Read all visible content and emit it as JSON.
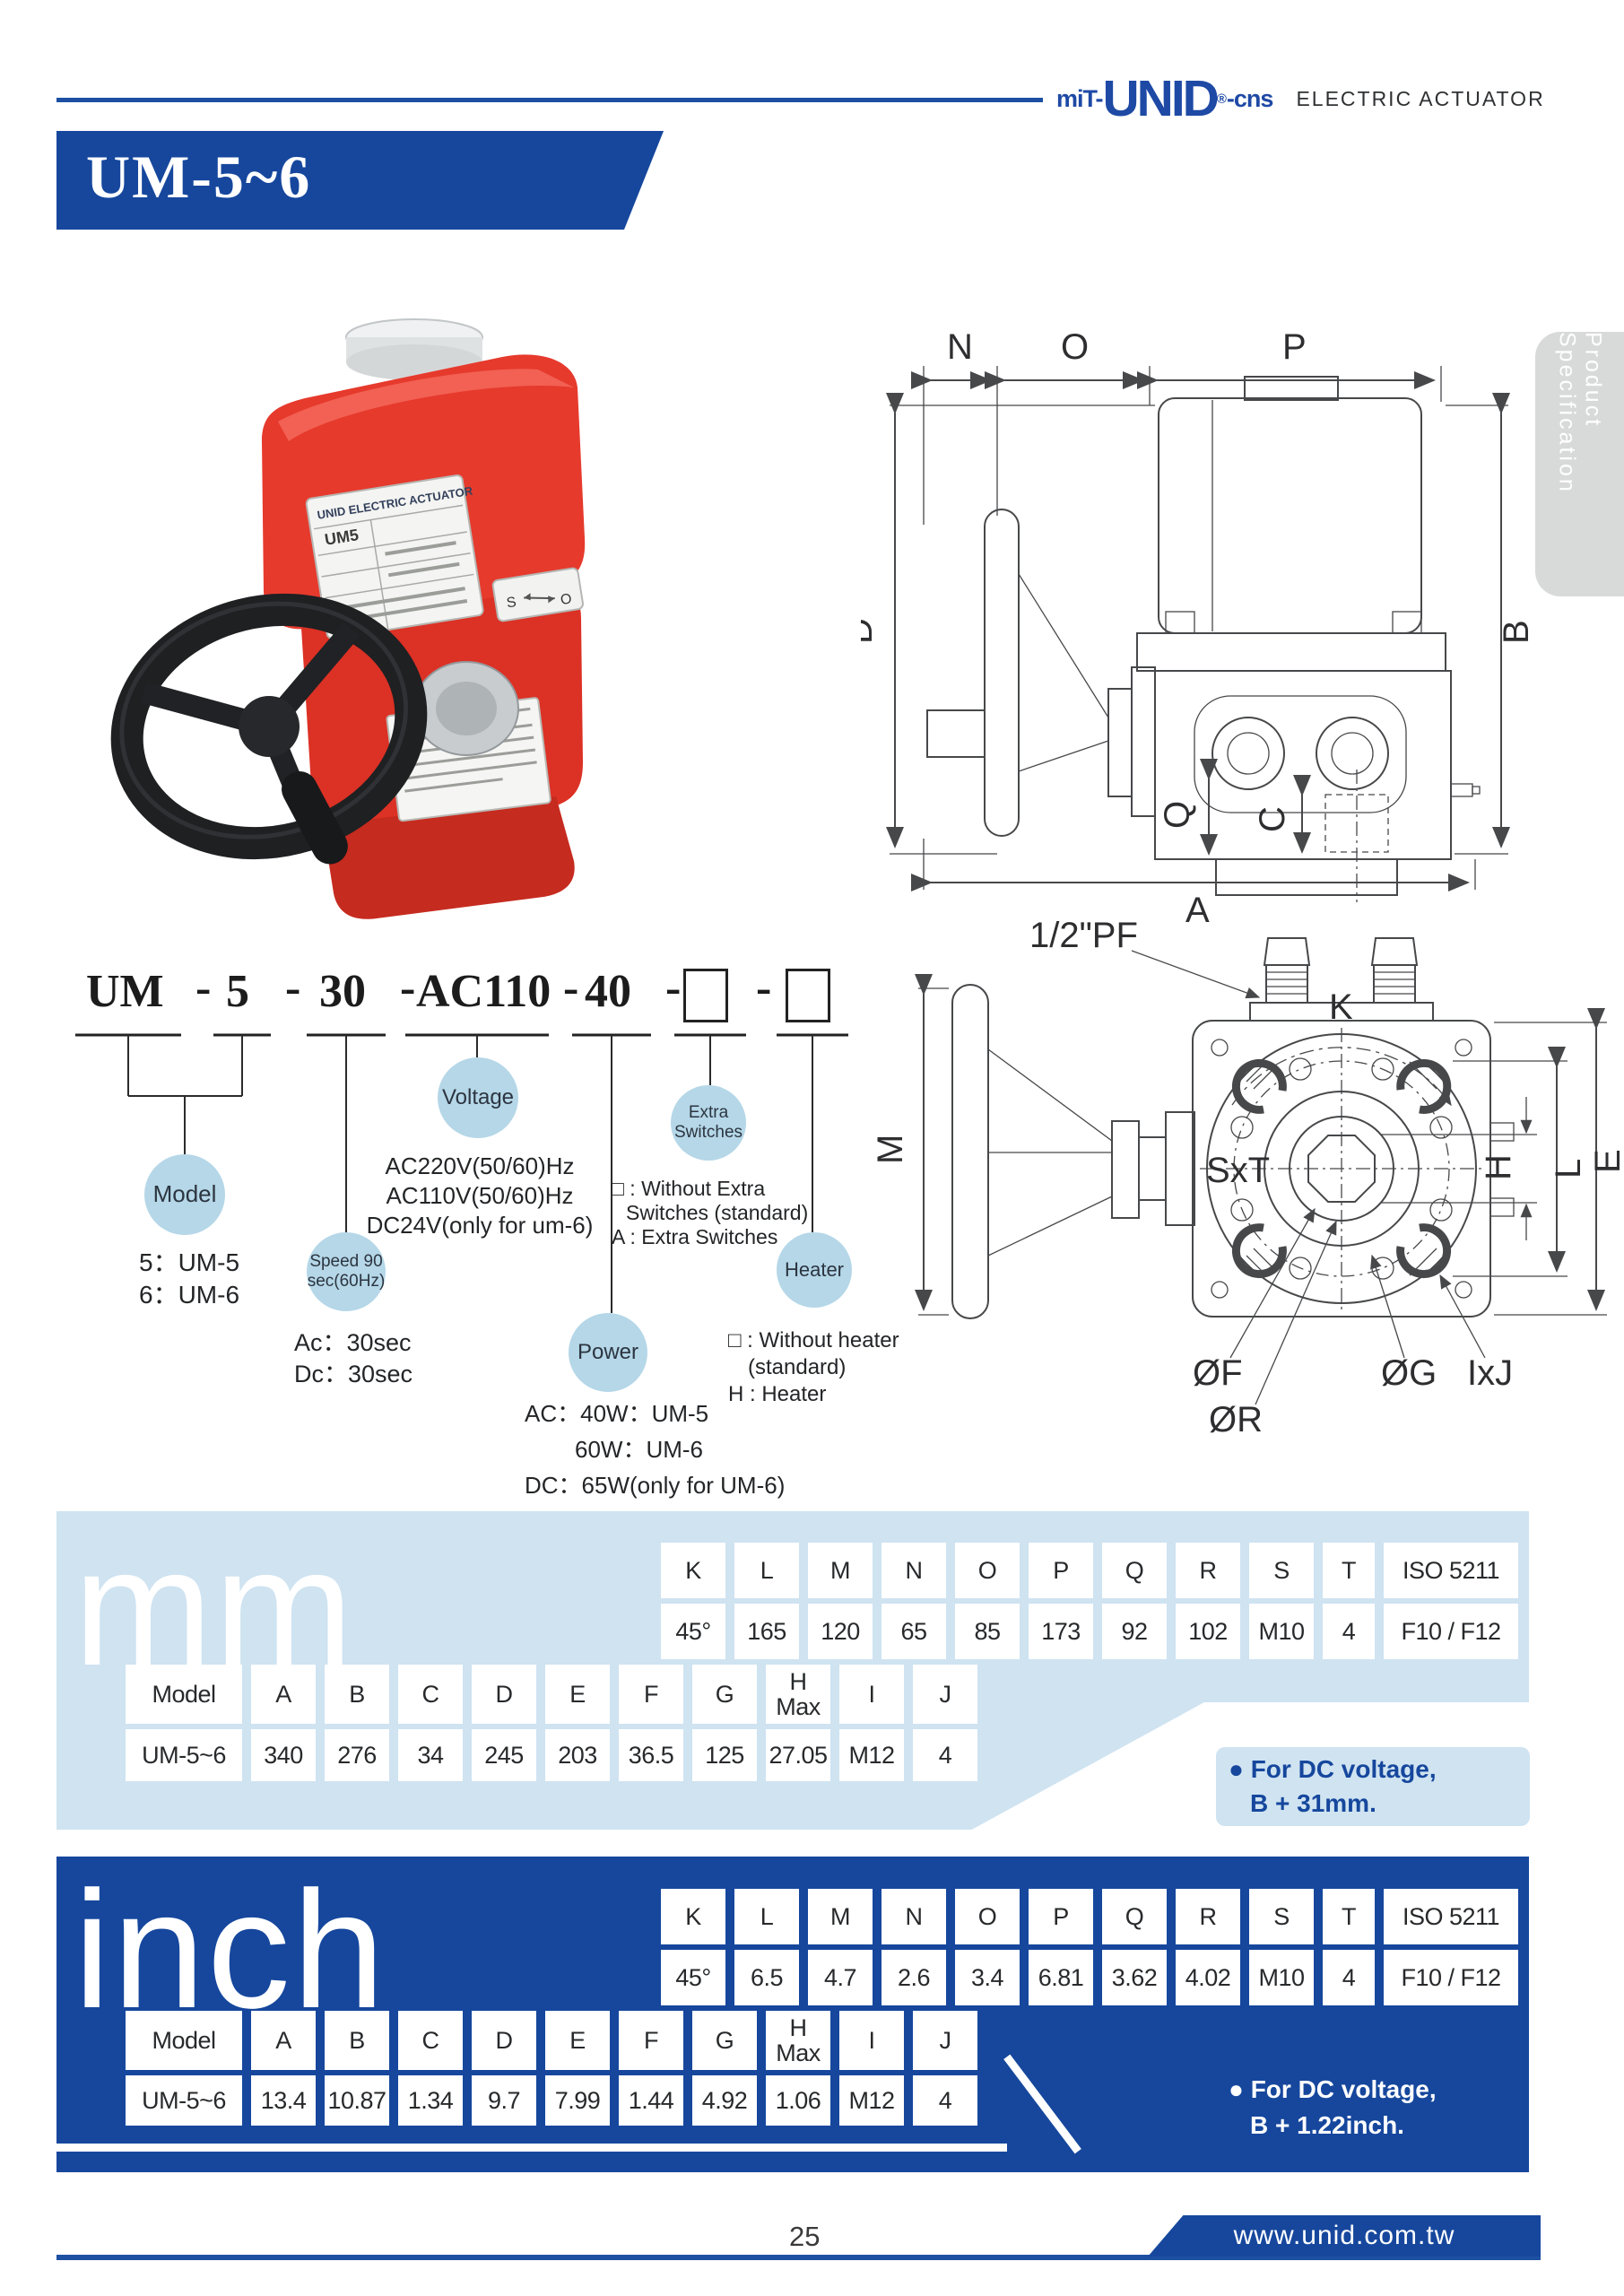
{
  "colors": {
    "primary_blue": "#16479d",
    "light_blue": "#cfe3f1",
    "bubble_blue": "#b5d7e8",
    "line_blue": "#1d50a2",
    "tab_gray": "#d8dad9",
    "product_red": "#e63a2d"
  },
  "header": {
    "logo_prefix": "miT-",
    "logo_main": "UNID",
    "logo_reg": "®",
    "logo_suffix": "-cns",
    "tagline": "ELECTRIC ACTUATOR",
    "title": "UM-5~6"
  },
  "side_tab": {
    "label": "Product Specification"
  },
  "photo": {
    "brand_line": "UNID ELECTRIC ACTUATOR",
    "model": "UM5",
    "shut_label": "S",
    "open_label": "O"
  },
  "model_code": {
    "separator": "-",
    "segments": [
      {
        "text": "UM"
      },
      {
        "text": "5"
      },
      {
        "text": "30"
      },
      {
        "text": "AC110"
      },
      {
        "text": "40"
      },
      {
        "text": "",
        "box": true
      },
      {
        "text": "",
        "box": true
      }
    ]
  },
  "callouts": [
    {
      "id": "model",
      "bubble_lines": [
        "Model"
      ],
      "lines": [
        "5：UM-5",
        "6：UM-6"
      ]
    },
    {
      "id": "speed",
      "bubble_lines": [
        "Speed 90",
        "sec(60Hz)"
      ],
      "lines": [
        "Ac：30sec",
        "Dc：30sec"
      ]
    },
    {
      "id": "voltage",
      "bubble_lines": [
        "Voltage"
      ],
      "lines": [
        "AC220V(50/60)Hz",
        "AC110V(50/60)Hz",
        "DC24V(only for um-6)"
      ]
    },
    {
      "id": "power",
      "bubble_lines": [
        "Power"
      ],
      "lines": [
        "AC：40W：UM-5",
        "60W：UM-6",
        "DC：65W(only for UM-6)"
      ]
    },
    {
      "id": "extra-switches",
      "bubble_lines": [
        "Extra",
        "Switches"
      ],
      "lines": [
        "□ : Without Extra",
        "Switches (standard)",
        "A : Extra Switches"
      ]
    },
    {
      "id": "heater",
      "bubble_lines": [
        "Heater"
      ],
      "lines": [
        "□ : Without heater",
        "(standard)",
        "H : Heater"
      ]
    }
  ],
  "drawings": {
    "side": {
      "n": "N",
      "o": "O",
      "p": "P",
      "d": "D",
      "b": "B",
      "a": "A",
      "q": "Q",
      "c": "C"
    },
    "front": {
      "pf": "1/2\"PF",
      "k": "K",
      "m": "M",
      "sxt": "SxT",
      "h": "H",
      "l": "L",
      "e": "E",
      "f": "ØF",
      "r": "ØR",
      "g": "ØG",
      "ixj": "IxJ"
    }
  },
  "mm_table": {
    "unit_label": "mm",
    "top_headers": [
      "K",
      "L",
      "M",
      "N",
      "O",
      "P",
      "Q",
      "R",
      "S",
      "T",
      "ISO 5211"
    ],
    "top_values": [
      "45°",
      "165",
      "120",
      "65",
      "85",
      "173",
      "92",
      "102",
      "M10",
      "4",
      "F10 / F12"
    ],
    "bottom_headers": [
      "Model",
      "A",
      "B",
      "C",
      "D",
      "E",
      "F",
      "G",
      "H\nMax",
      "I",
      "J"
    ],
    "bottom_values": [
      "UM-5~6",
      "340",
      "276",
      "34",
      "245",
      "203",
      "36.5",
      "125",
      "27.05",
      "M12",
      "4"
    ],
    "note": [
      "● For DC voltage,",
      "B + 31mm."
    ]
  },
  "inch_table": {
    "unit_label": "inch",
    "top_headers": [
      "K",
      "L",
      "M",
      "N",
      "O",
      "P",
      "Q",
      "R",
      "S",
      "T",
      "ISO 5211"
    ],
    "top_values": [
      "45°",
      "6.5",
      "4.7",
      "2.6",
      "3.4",
      "6.81",
      "3.62",
      "4.02",
      "M10",
      "4",
      "F10 / F12"
    ],
    "bottom_headers": [
      "Model",
      "A",
      "B",
      "C",
      "D",
      "E",
      "F",
      "G",
      "H\nMax",
      "I",
      "J"
    ],
    "bottom_values": [
      "UM-5~6",
      "13.4",
      "10.87",
      "1.34",
      "9.7",
      "7.99",
      "1.44",
      "4.92",
      "1.06",
      "M12",
      "4"
    ],
    "note": [
      "● For DC voltage,",
      "B + 1.22inch."
    ]
  },
  "footer": {
    "page_number": "25",
    "website": "www.unid.com.tw"
  }
}
